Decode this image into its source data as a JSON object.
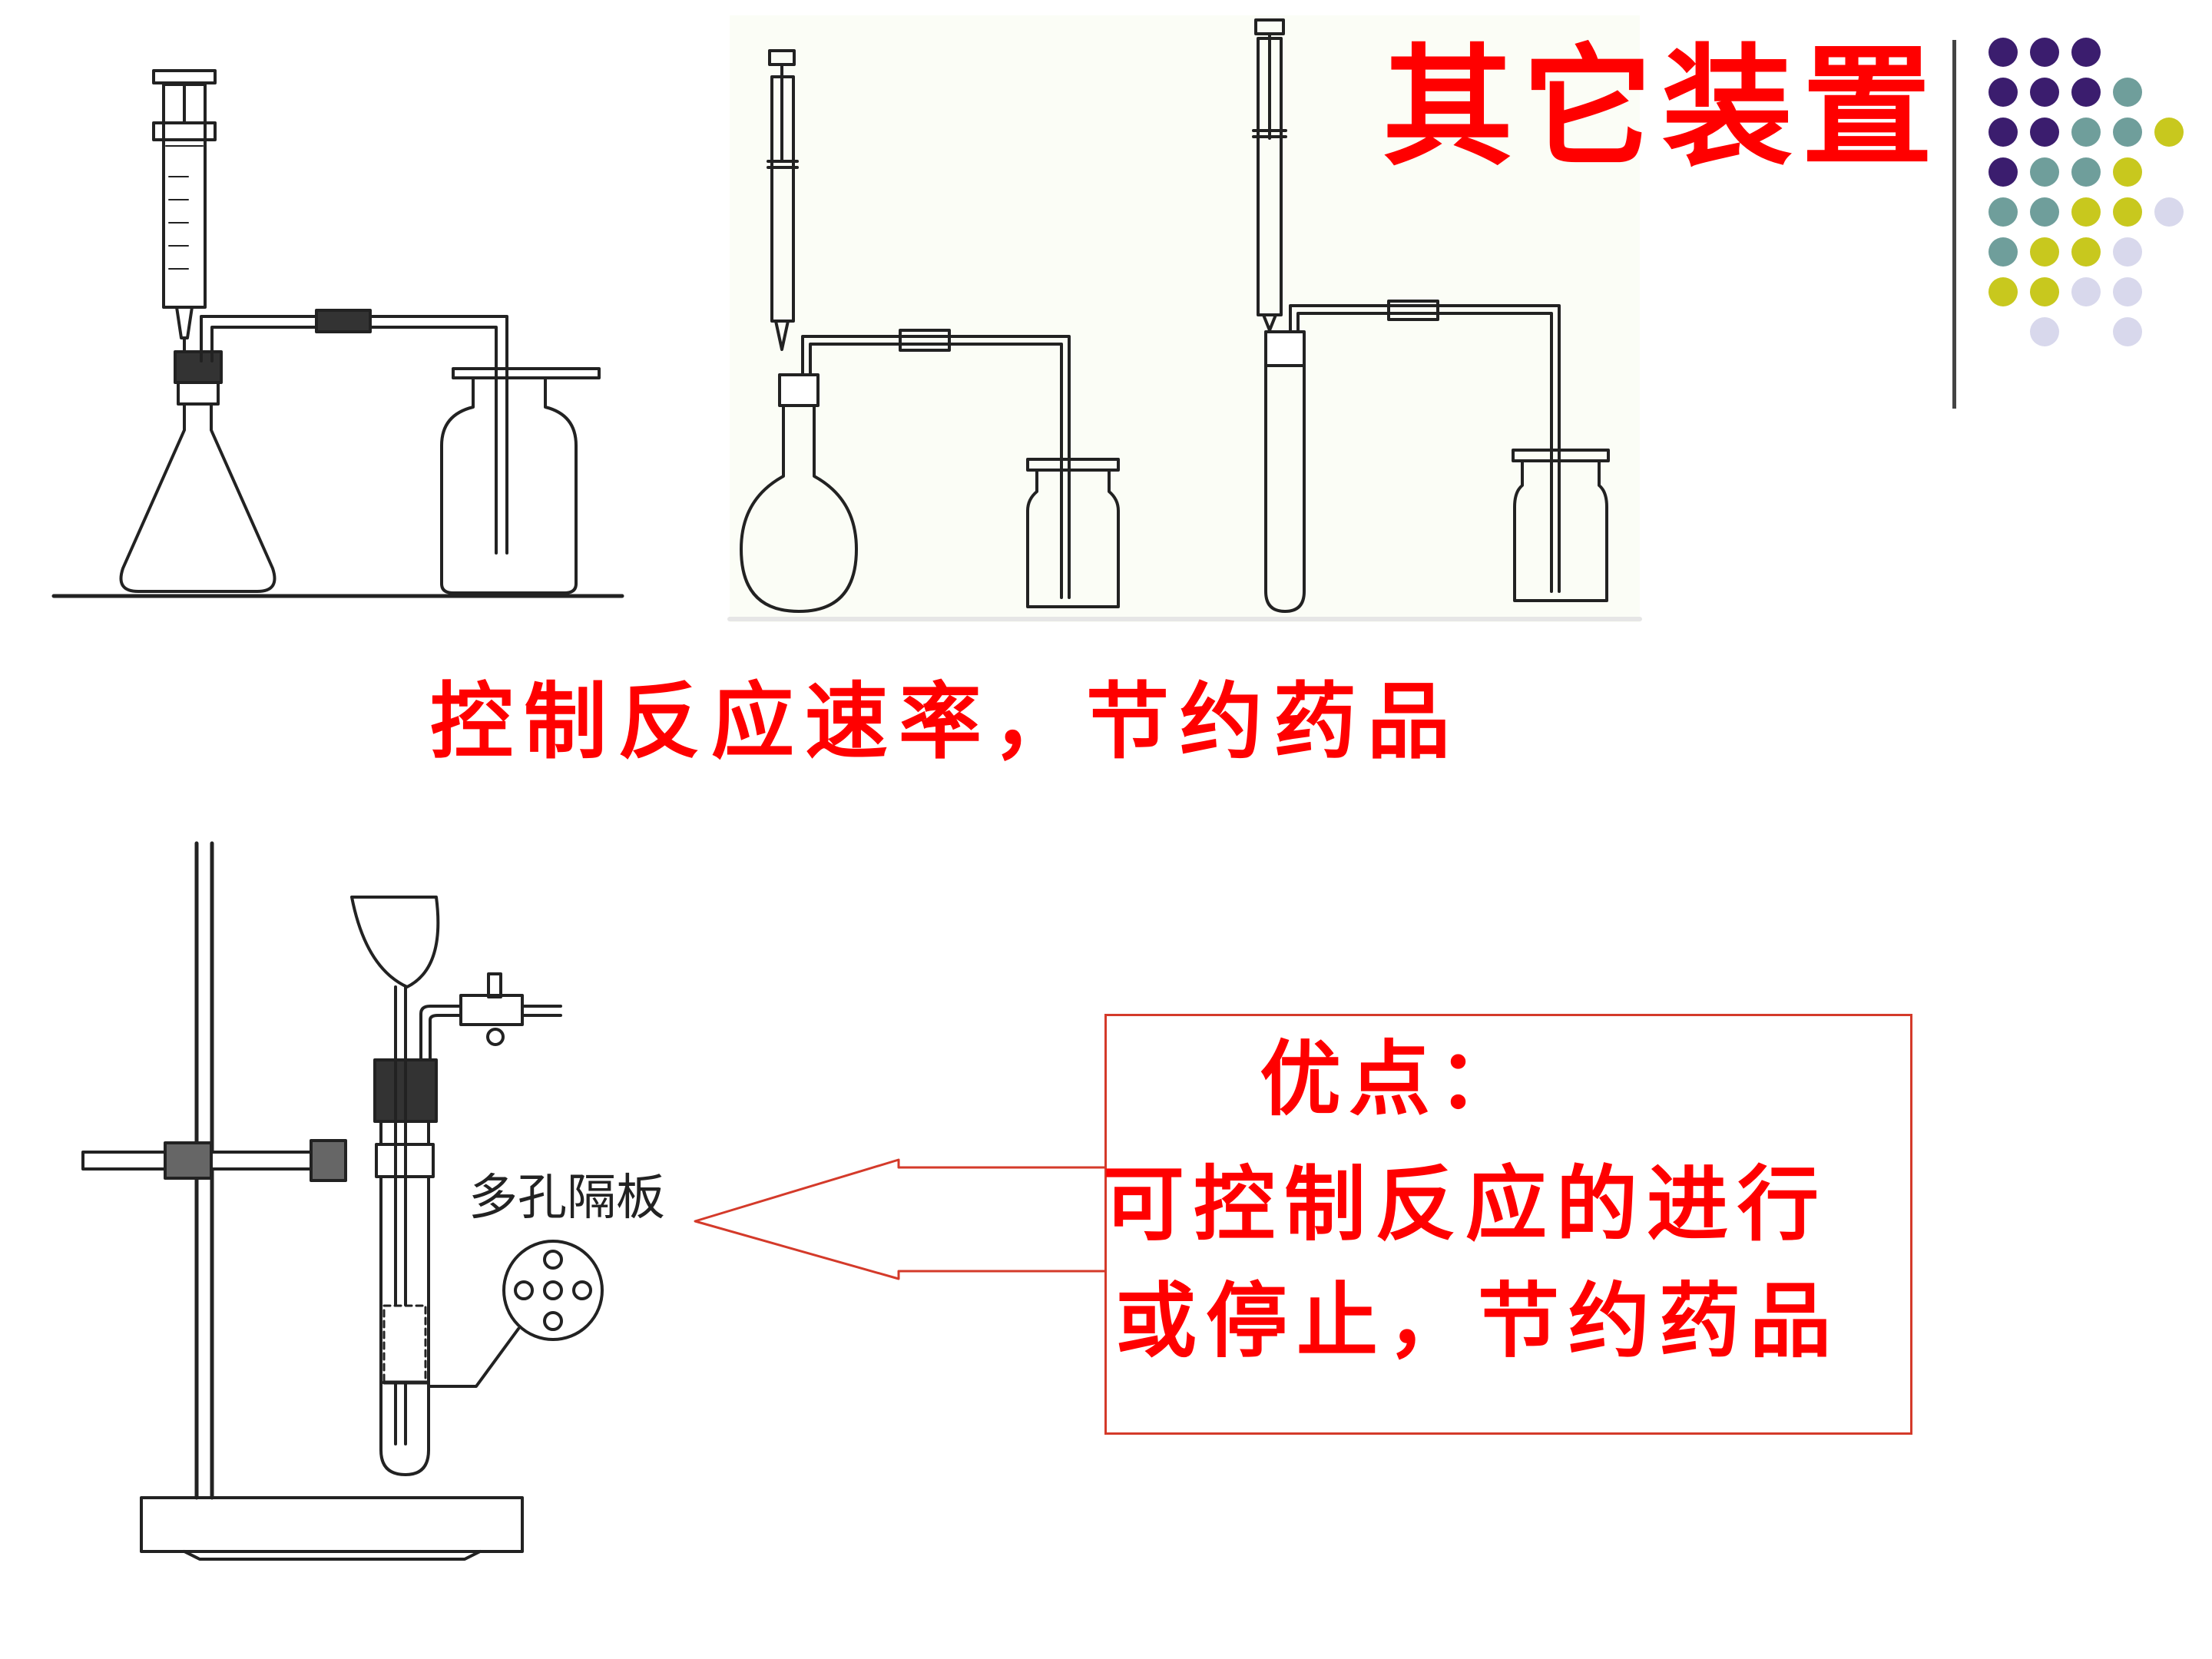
{
  "title": "其它装置",
  "caption_top": "控制反应速率，节约药品",
  "advantage": {
    "heading": "优点：",
    "line1": "可控制反应的进行",
    "line2": "或停止，节约药品"
  },
  "plate_label": "多孔隔板",
  "dot_colors": [
    "#3b1d6e",
    "#6f9e9b",
    "#c8c81e",
    "#d8d8ec"
  ]
}
